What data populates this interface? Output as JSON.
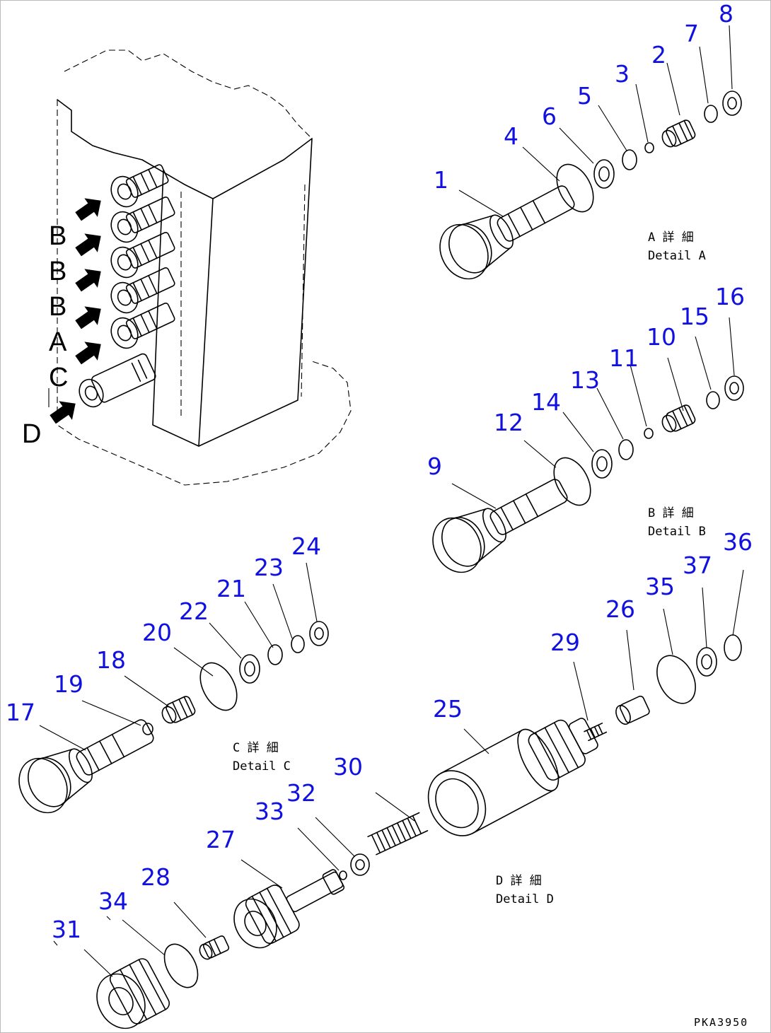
{
  "diagram": {
    "callouts": [
      "1",
      "2",
      "3",
      "4",
      "5",
      "6",
      "7",
      "8",
      "9",
      "10",
      "11",
      "12",
      "13",
      "14",
      "15",
      "16",
      "17",
      "18",
      "19",
      "20",
      "21",
      "22",
      "23",
      "24",
      "25",
      "26",
      "27",
      "28",
      "29",
      "30",
      "31",
      "32",
      "33",
      "34",
      "35",
      "36",
      "37"
    ],
    "section_letters": [
      "B",
      "B",
      "B",
      "A",
      "C",
      "D"
    ],
    "details": [
      {
        "jp": "A 詳 細",
        "en": "Detail A"
      },
      {
        "jp": "B 詳 細",
        "en": "Detail B"
      },
      {
        "jp": "C 詳 細",
        "en": "Detail C"
      },
      {
        "jp": "D 詳 細",
        "en": "Detail D"
      }
    ],
    "drawing_code": "PKA3950",
    "colors": {
      "callout": "#1010e0",
      "ink": "#000000",
      "paper": "#ffffff"
    }
  }
}
